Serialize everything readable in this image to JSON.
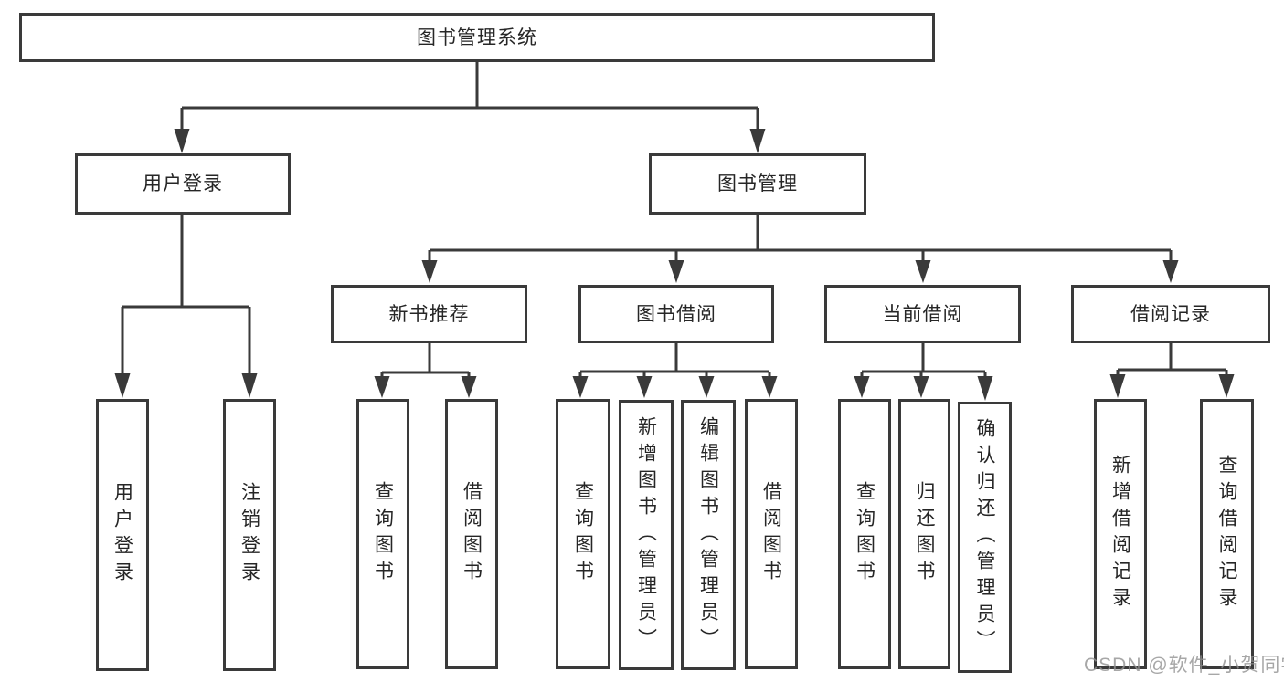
{
  "tree": {
    "root": "图书管理系统",
    "branches": [
      {
        "label": "用户登录",
        "children": [
          "用户登录",
          "注销登录"
        ]
      },
      {
        "label": "图书管理",
        "sections": [
          {
            "label": "新书推荐",
            "children": [
              "查询图书",
              "借阅图书"
            ]
          },
          {
            "label": "图书借阅",
            "children": [
              "查询图书",
              "新增图书（管理员）",
              "编辑图书（管理员）",
              "借阅图书"
            ]
          },
          {
            "label": "当前借阅",
            "children": [
              "查询图书",
              "归还图书",
              "确认归还（管理员）"
            ]
          },
          {
            "label": "借阅记录",
            "children": [
              "新增借阅记录",
              "查询借阅记录"
            ]
          }
        ]
      }
    ]
  },
  "watermark": "CSDN @软件_小贺同学",
  "colors": {
    "line": "#3a3a3a",
    "text": "#262626",
    "watermark": "#919191",
    "background": "#ffffff"
  }
}
